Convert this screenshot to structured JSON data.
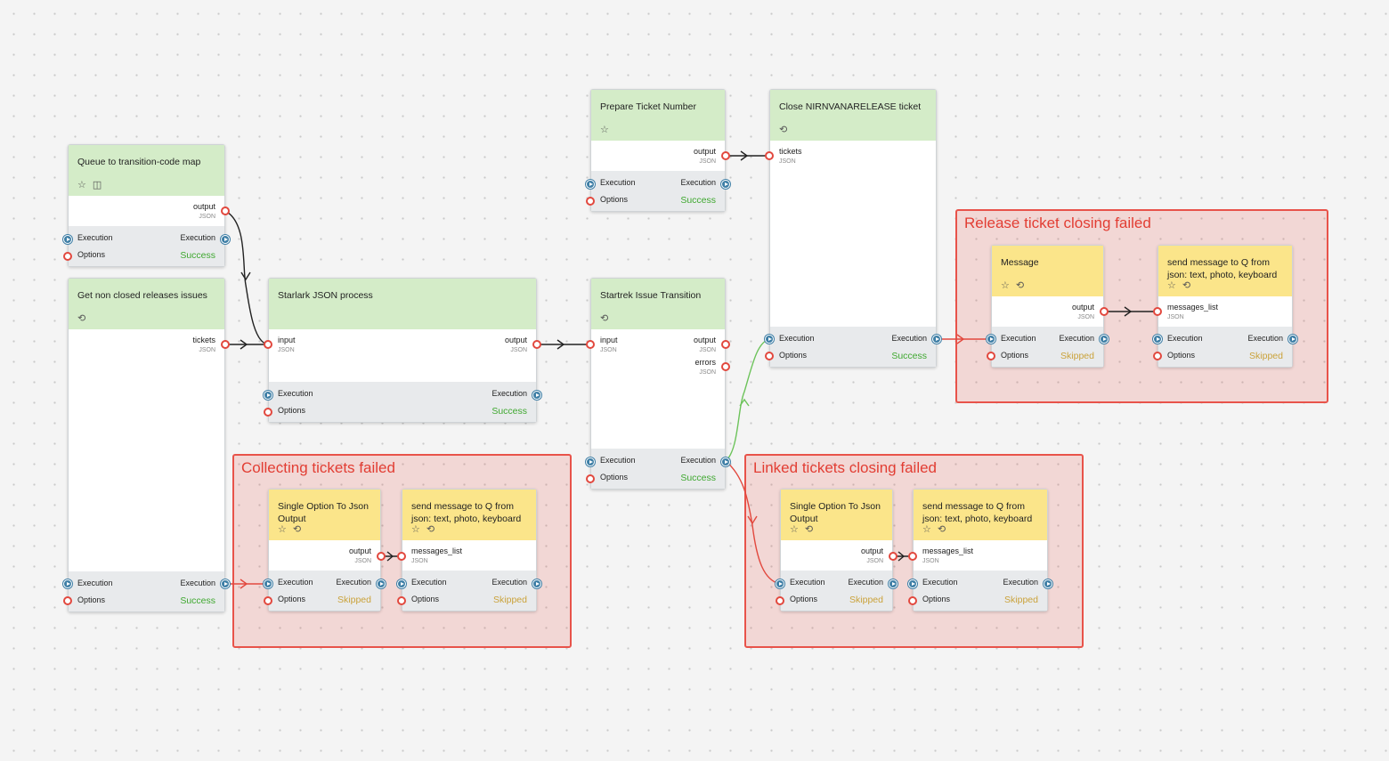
{
  "groups": {
    "collecting": {
      "title": "Collecting tickets failed"
    },
    "release": {
      "title": "Release ticket closing failed"
    },
    "linked": {
      "title": "Linked tickets closing failed"
    }
  },
  "labels": {
    "execution": "Execution",
    "options": "Options",
    "json": "JSON"
  },
  "nodes": {
    "queue": {
      "title": "Queue to transition-code map",
      "icons": "☆ ◫",
      "output": "output",
      "status": "Success"
    },
    "getissues": {
      "title": "Get non closed releases issues",
      "icons": "⟲",
      "output": "tickets",
      "status": "Success"
    },
    "starlark": {
      "title": "Starlark JSON process",
      "input": "input",
      "output": "output",
      "status": "Success"
    },
    "prepare": {
      "title": "Prepare Ticket Number",
      "icons": "☆",
      "output": "output",
      "status": "Success"
    },
    "transition": {
      "title": "Startrek Issue Transition",
      "icons": "⟲",
      "input": "input",
      "output": "output",
      "errors": "errors",
      "status": "Success"
    },
    "close": {
      "title": "Close NIRNVANARELEASE ticket",
      "icons": "⟲",
      "input": "tickets",
      "status": "Success"
    },
    "single1": {
      "title": "Single Option To Json Output",
      "icons": "☆ ⟲",
      "output": "output",
      "status": "Skipped"
    },
    "send1": {
      "title": "send message to Q from json: text, photo, keyboard",
      "icons": "☆ ⟲",
      "input": "messages_list",
      "status": "Skipped"
    },
    "message": {
      "title": "Message",
      "icons": "☆ ⟲",
      "output": "output",
      "status": "Skipped"
    },
    "send2": {
      "title": "send message to Q from json: text, photo, keyboard",
      "icons": "☆ ⟲",
      "input": "messages_list",
      "status": "Skipped"
    },
    "single3": {
      "title": "Single Option To Json Output",
      "icons": "☆ ⟲",
      "output": "output",
      "status": "Skipped"
    },
    "send3": {
      "title": "send message to Q from json: text, photo, keyboard",
      "icons": "☆ ⟲",
      "input": "messages_list",
      "status": "Skipped"
    }
  },
  "colors": {
    "success": "#3fa830",
    "skipped": "#caa23a",
    "error_group": "#e8534a",
    "header_green": "#d4ecc8",
    "header_yellow": "#fbe58a",
    "exec_port": "#3f7fa6",
    "data_port": "#e2483e",
    "wire_data": "#222222",
    "wire_success": "#6cc35a",
    "wire_failure": "#e2483e"
  }
}
